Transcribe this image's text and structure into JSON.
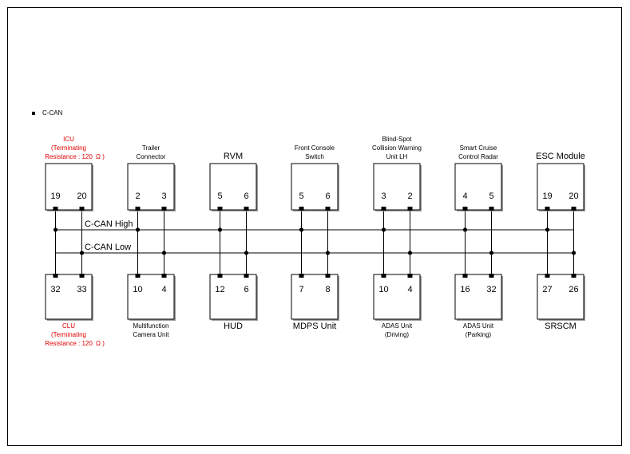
{
  "section": {
    "bullet": "■",
    "title": "C-CAN"
  },
  "bus": {
    "high_label": "C-CAN High",
    "low_label": "C-CAN Low"
  },
  "colors": {
    "line": "#000000",
    "terminating": "#e00000",
    "shadow": "#9a9a9a"
  },
  "top_modules": [
    {
      "id": "icu",
      "label_lines": [
        "ICU",
        "(Terminating",
        "Resistance : 120"
      ],
      "ohm": "Ω )",
      "label_color": "red",
      "pins": [
        "19",
        "20"
      ]
    },
    {
      "id": "trailer-connector",
      "label_lines": [
        "Trailer",
        "Connector"
      ],
      "pins": [
        "2",
        "3"
      ]
    },
    {
      "id": "rvm",
      "label_lines": [
        "RVM"
      ],
      "large": true,
      "pins": [
        "5",
        "6"
      ]
    },
    {
      "id": "front-console-switch",
      "label_lines": [
        "Front Console",
        "Switch"
      ],
      "pins": [
        "5",
        "6"
      ]
    },
    {
      "id": "bscw-unit-lh",
      "label_lines": [
        "Blind-Spot",
        "Collision Warning",
        "Unit LH"
      ],
      "pins": [
        "3",
        "2"
      ]
    },
    {
      "id": "scc-radar",
      "label_lines": [
        "Smart Cruise",
        "Control Radar"
      ],
      "pins": [
        "4",
        "5"
      ]
    },
    {
      "id": "esc-module",
      "label_lines": [
        "ESC Module"
      ],
      "large": true,
      "pins": [
        "19",
        "20"
      ]
    }
  ],
  "bottom_modules": [
    {
      "id": "clu",
      "label_lines": [
        "CLU",
        "(Terminating",
        "Resistance : 120"
      ],
      "ohm": "Ω )",
      "label_color": "red",
      "pins": [
        "32",
        "33"
      ]
    },
    {
      "id": "multifunction-camera-unit",
      "label_lines": [
        "Multifunction",
        "Camera Unit"
      ],
      "pins": [
        "10",
        "4"
      ]
    },
    {
      "id": "hud",
      "label_lines": [
        "HUD"
      ],
      "large": true,
      "pins": [
        "12",
        "6"
      ]
    },
    {
      "id": "mdps-unit",
      "label_lines": [
        "MDPS Unit"
      ],
      "large": true,
      "pins": [
        "7",
        "8"
      ]
    },
    {
      "id": "adas-unit-driving",
      "label_lines": [
        "ADAS Unit",
        "(Driving)"
      ],
      "pins": [
        "10",
        "4"
      ]
    },
    {
      "id": "adas-unit-parking",
      "label_lines": [
        "ADAS Unit",
        "(Parking)"
      ],
      "pins": [
        "16",
        "32"
      ]
    },
    {
      "id": "srscm",
      "label_lines": [
        "SRSCM"
      ],
      "large": true,
      "pins": [
        "27",
        "26"
      ]
    }
  ]
}
